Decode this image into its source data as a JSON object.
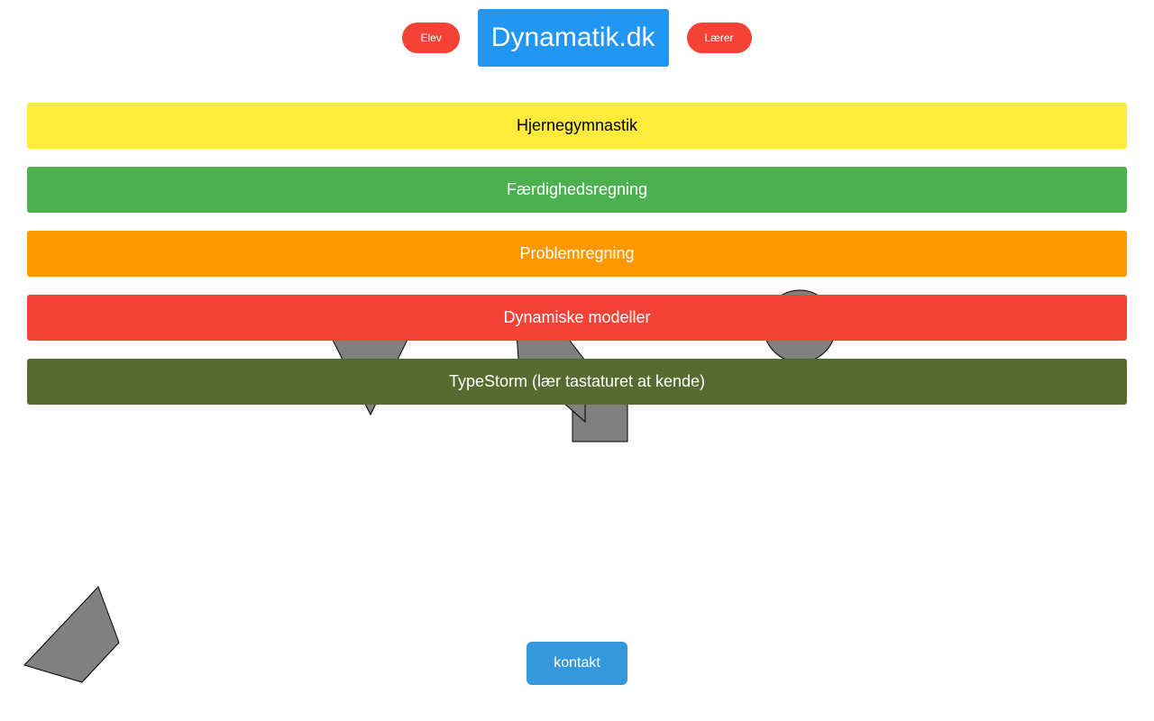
{
  "header": {
    "student_label": "Elev",
    "site_title": "Dynamatik.dk",
    "teacher_label": "Lærer"
  },
  "menu": [
    {
      "label": "Hjernegymnastik",
      "color": "#ffeb3b"
    },
    {
      "label": "Færdighedsregning",
      "color": "#4caf50"
    },
    {
      "label": "Problemregning",
      "color": "#ff9800"
    },
    {
      "label": "Dynamiske modeller",
      "color": "#f44336"
    },
    {
      "label": "TypeStorm (lær tastaturet at kende)",
      "color": "#556b2f"
    }
  ],
  "footer": {
    "contact_label": "kontakt"
  }
}
